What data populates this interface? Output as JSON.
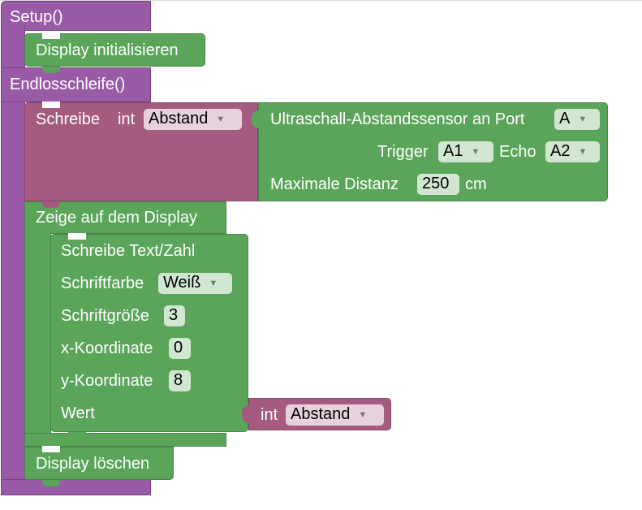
{
  "colors": {
    "procedure": "#995ba6",
    "action": "#5ba55b",
    "variable": "#a55b80"
  },
  "setup": {
    "label": "Setup()",
    "display_init_label": "Display initialisieren"
  },
  "loop": {
    "label": "Endlosschleife()"
  },
  "assign": {
    "write_label": "Schreibe",
    "type_label": "int",
    "var_value": "Abstand"
  },
  "ultrasonic": {
    "title": "Ultraschall-Abstandssensor an Port",
    "port_value": "A",
    "trigger_label": "Trigger",
    "trigger_value": "A1",
    "echo_label": "Echo",
    "echo_value": "A2",
    "max_label": "Maximale Distanz",
    "max_value": "250",
    "unit": "cm"
  },
  "show_display": {
    "label": "Zeige auf dem Display"
  },
  "write_text": {
    "title": "Schreibe Text/Zahl",
    "color_label": "Schriftfarbe",
    "color_value": "Weiß",
    "size_label": "Schriftgröße",
    "size_value": "3",
    "x_label": "x-Koordinate",
    "x_value": "0",
    "y_label": "y-Koordinate",
    "y_value": "8",
    "value_label": "Wert"
  },
  "var_get": {
    "type_label": "int",
    "var_value": "Abstand"
  },
  "clear_display": {
    "label": "Display löschen"
  },
  "icons": {
    "dropdown": "triangle-down-icon"
  }
}
